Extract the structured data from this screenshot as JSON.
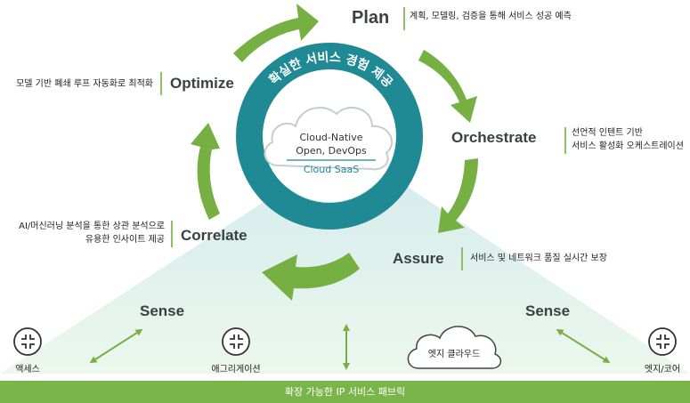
{
  "ring_title": "확실한 서비스 경험 제공",
  "cloud": {
    "line1": "Cloud-Native",
    "line2": "Open, DevOps",
    "saas": "Cloud SaaS"
  },
  "stages": {
    "plan": {
      "label": "Plan",
      "desc": "계획, 모델링, 검증을 통해 서비스 성공 예측"
    },
    "orchestrate": {
      "label": "Orchestrate",
      "desc1": "선언적 인텐트 기반",
      "desc2": "서비스 활성화 오케스트레이션"
    },
    "assure": {
      "label": "Assure",
      "desc": "서비스 및 네트워크 품질 실시간 보장"
    },
    "correlate": {
      "label": "Correlate",
      "desc1": "AI/머신러닝 분석을 통한 상관 분석으로",
      "desc2": "유용한 인사이트 제공"
    },
    "optimize": {
      "label": "Optimize",
      "desc": "모델 기반 폐쇄 루프 자동화로 최적화"
    }
  },
  "sense_left": "Sense",
  "sense_right": "Sense",
  "devices": {
    "access": "액세스",
    "aggregation": "애그리게이션",
    "edge_cloud": "엣지 클라우드",
    "edge_core": "엣지/코어"
  },
  "fabric": "확장 가능한 IP 서비스 패브릭",
  "colors": {
    "ring": "#1f8a93",
    "arrow": "#76b043",
    "fabric": "#79b548",
    "label": "#3c4043"
  }
}
